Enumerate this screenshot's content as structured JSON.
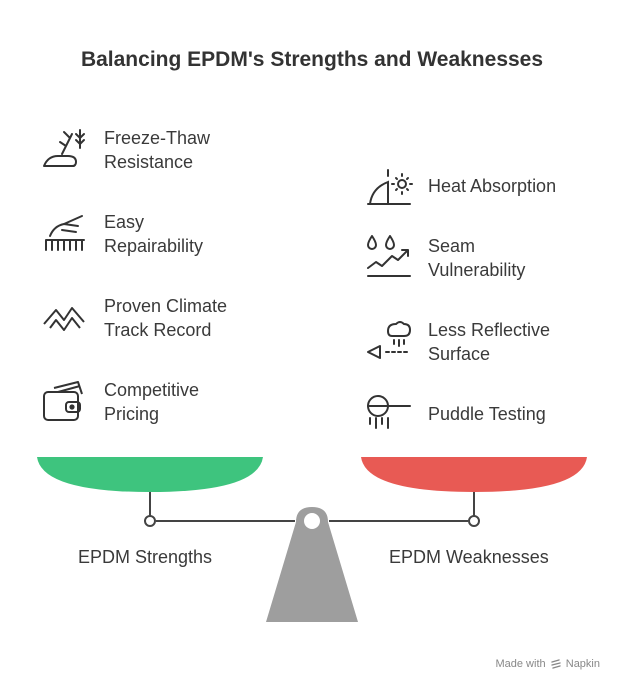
{
  "title": "Balancing EPDM's Strengths and Weaknesses",
  "strengths": {
    "caption": "EPDM Strengths",
    "color": "#3ec47e",
    "items": [
      {
        "icon": "freeze-thaw-icon",
        "line1": "Freeze-Thaw",
        "line2": "Resistance"
      },
      {
        "icon": "repair-hand-icon",
        "line1": "Easy",
        "line2": "Repairability"
      },
      {
        "icon": "mountain-track-icon",
        "line1": "Proven Climate",
        "line2": "Track Record"
      },
      {
        "icon": "wallet-icon",
        "line1": "Competitive",
        "line2": "Pricing"
      }
    ]
  },
  "weaknesses": {
    "caption": "EPDM Weaknesses",
    "color": "#e85a54",
    "items": [
      {
        "icon": "sun-heat-icon",
        "line1": "Heat Absorption",
        "line2": ""
      },
      {
        "icon": "drops-trend-icon",
        "line1": "Seam",
        "line2": "Vulnerability"
      },
      {
        "icon": "rain-cloud-icon",
        "line1": "Less Reflective",
        "line2": "Surface"
      },
      {
        "icon": "puddle-drip-icon",
        "line1": "Puddle Testing",
        "line2": ""
      }
    ]
  },
  "scale": {
    "fulcrum_color": "#9e9e9e",
    "beam_color": "#444444"
  },
  "footer": {
    "prefix": "Made with",
    "brand": "Napkin"
  }
}
